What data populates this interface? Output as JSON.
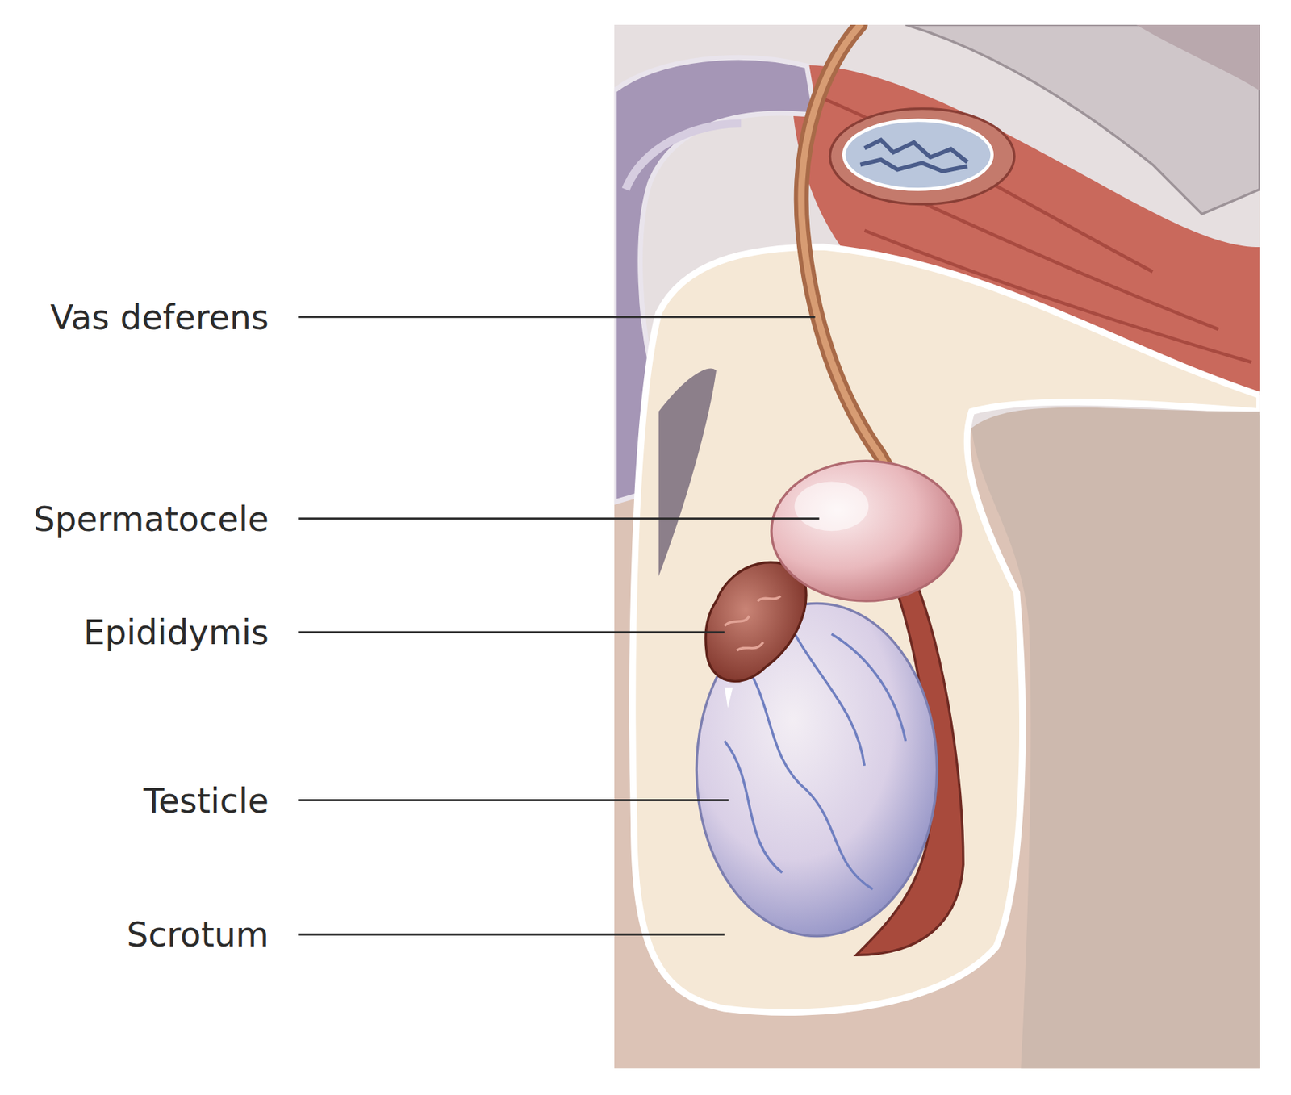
{
  "diagram": {
    "labels": [
      "Vas deferens",
      "Spermatocele",
      "Epididymis",
      "Testicle",
      "Scrotum"
    ]
  }
}
